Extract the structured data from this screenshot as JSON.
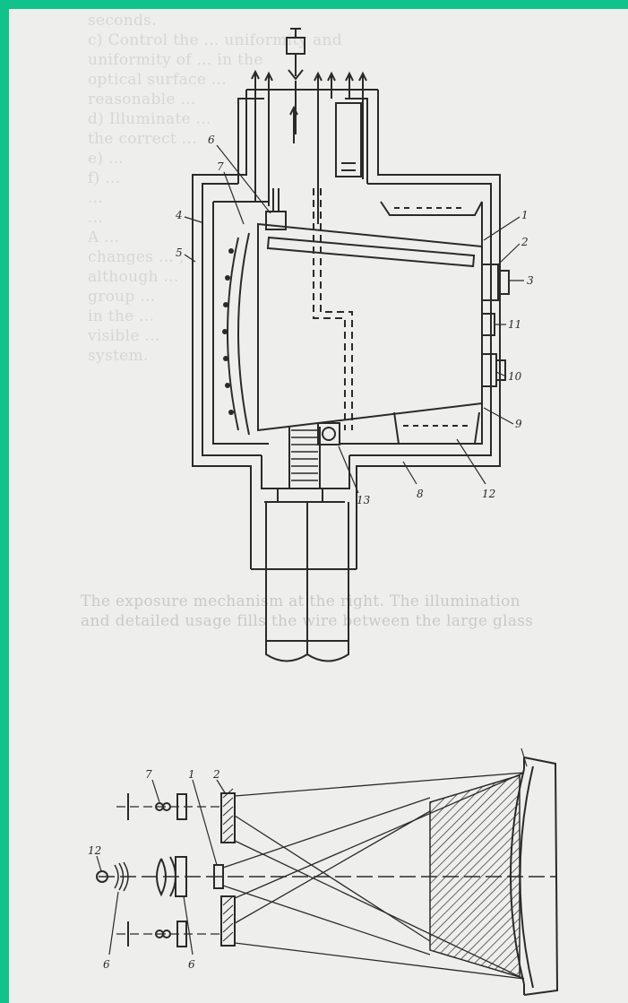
{
  "background_text": {
    "top_block": [
      "seconds.",
      "c)  Control the ...  uniformity and",
      "uniformity of ...  in the",
      "optical surface ...",
      "reasonable ...",
      "d)  Illuminate ...",
      "the correct ...",
      "e)  ...",
      "f)  ...",
      "...",
      "...",
      "A ...",
      "changes ... ,",
      "although ...",
      "group ...",
      "in the ...",
      "visible ...",
      "system."
    ],
    "middle_lines": [
      "The exposure mechanism at the right. The illumination",
      "and detailed usage fills the wire between the large glass"
    ]
  },
  "figure_top": {
    "name": "exposure-chamber-cross-section",
    "labels": [
      "6",
      "7",
      "4",
      "5",
      "1",
      "2",
      "3",
      "11",
      "10",
      "9",
      "13",
      "8",
      "12"
    ]
  },
  "figure_bottom": {
    "name": "optical-system-diagram",
    "labels": [
      "7",
      "1",
      "2",
      "12",
      "6",
      "6"
    ]
  },
  "colors": {
    "frame": "#10c38a",
    "paper": "#eeeeec",
    "ink": "#2a2a2a",
    "ghost_text": "#d6d6d4"
  }
}
